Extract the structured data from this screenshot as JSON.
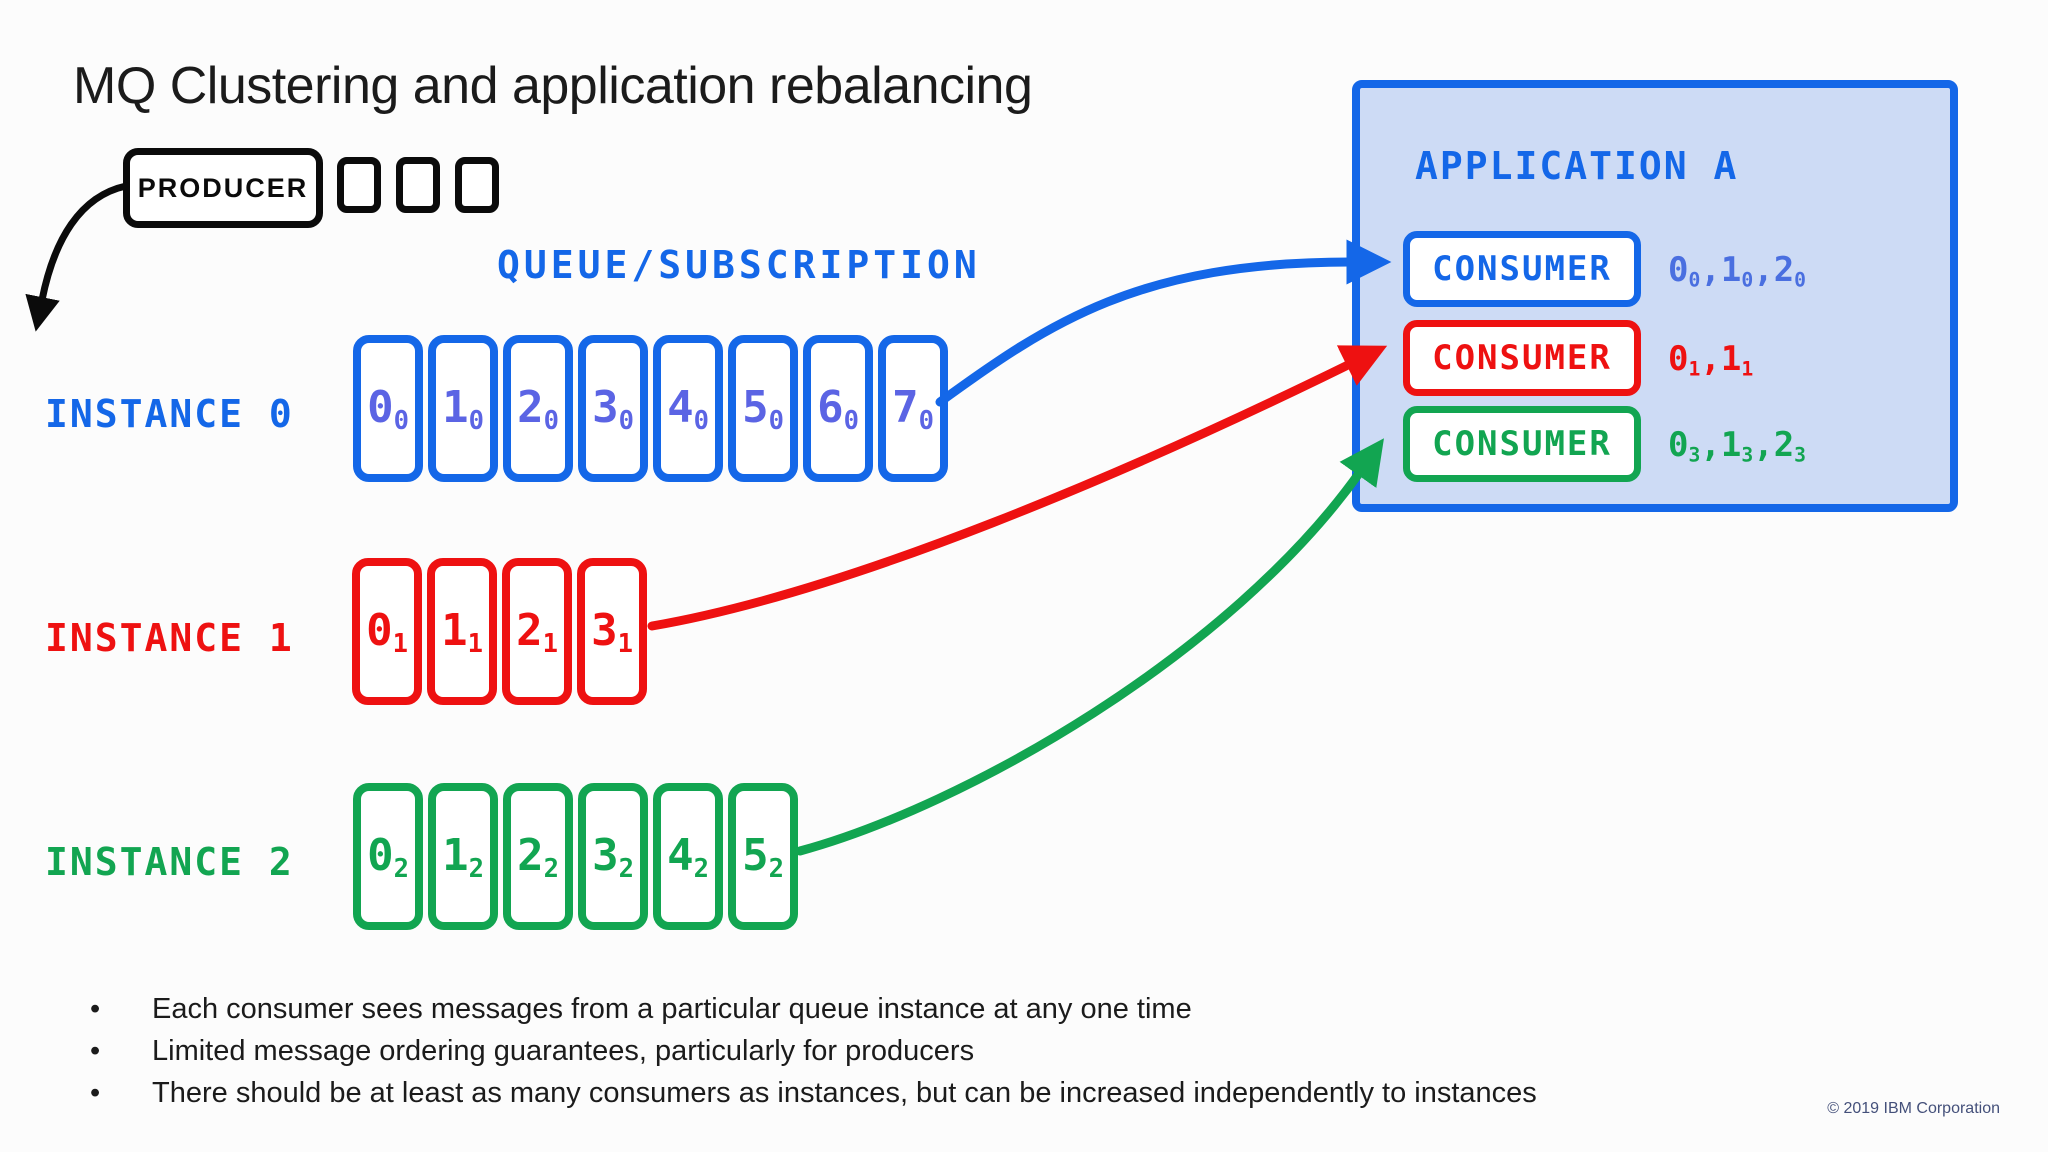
{
  "colors": {
    "accent_blue": "#1467e8",
    "soft_blue": "#5b64e4",
    "msg_blue": "#4a6fe0",
    "red": "#ee1111",
    "green": "#12a551",
    "black": "#0b0b0b",
    "app_fill": "#cddbf5",
    "text_dark": "#1b1b1b",
    "muted": "#44507a"
  },
  "title": "MQ Clustering and application rebalancing",
  "producer": {
    "label": "PRODUCER",
    "empty_slots": 3
  },
  "queue_label": "QUEUE/SUBSCRIPTION",
  "instances": [
    {
      "label": "INSTANCE 0",
      "color": "blue",
      "cells": [
        [
          "0",
          "0"
        ],
        [
          "1",
          "0"
        ],
        [
          "2",
          "0"
        ],
        [
          "3",
          "0"
        ],
        [
          "4",
          "0"
        ],
        [
          "5",
          "0"
        ],
        [
          "6",
          "0"
        ],
        [
          "7",
          "0"
        ]
      ]
    },
    {
      "label": "INSTANCE 1",
      "color": "red",
      "cells": [
        [
          "0",
          "1"
        ],
        [
          "1",
          "1"
        ],
        [
          "2",
          "1"
        ],
        [
          "3",
          "1"
        ]
      ]
    },
    {
      "label": "INSTANCE 2",
      "color": "green",
      "cells": [
        [
          "0",
          "2"
        ],
        [
          "1",
          "2"
        ],
        [
          "2",
          "2"
        ],
        [
          "3",
          "2"
        ],
        [
          "4",
          "2"
        ],
        [
          "5",
          "2"
        ]
      ]
    }
  ],
  "application": {
    "title": "APPLICATION A",
    "consumers": [
      {
        "label": "CONSUMER",
        "color": "blue",
        "messages": [
          [
            "0",
            "0"
          ],
          [
            "1",
            "0"
          ],
          [
            "2",
            "0"
          ]
        ]
      },
      {
        "label": "CONSUMER",
        "color": "red",
        "messages": [
          [
            "0",
            "1"
          ],
          [
            "1",
            "1"
          ]
        ]
      },
      {
        "label": "CONSUMER",
        "color": "green",
        "messages": [
          [
            "0",
            "3"
          ],
          [
            "1",
            "3"
          ],
          [
            "2",
            "3"
          ]
        ]
      }
    ]
  },
  "bullets": [
    "Each consumer sees messages from a particular queue instance at any one time",
    "Limited message ordering guarantees, particularly for producers",
    "There should be at least as many consumers as instances, but can be increased independently to instances"
  ],
  "copyright": "© 2019 IBM Corporation"
}
